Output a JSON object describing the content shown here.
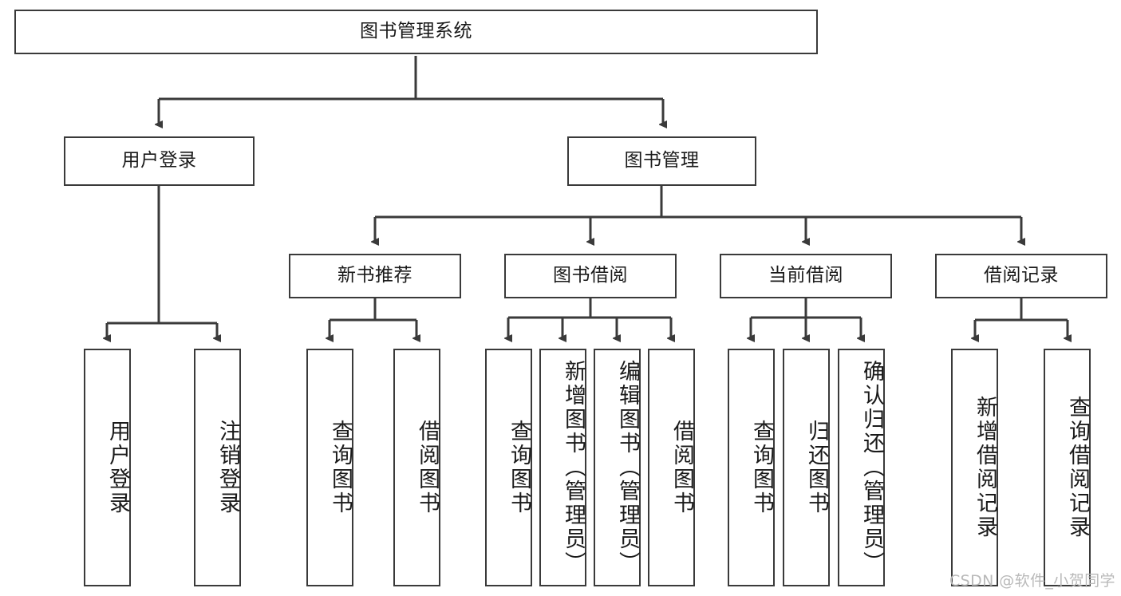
{
  "diagram": {
    "title_node": {
      "label": "图书管理系统"
    },
    "level2": [
      {
        "id": "user-login",
        "label": "用户登录"
      },
      {
        "id": "book-manage",
        "label": "图书管理"
      }
    ],
    "level3": [
      {
        "id": "new-book-recommend",
        "label": "新书推荐"
      },
      {
        "id": "book-borrow",
        "label": "图书借阅"
      },
      {
        "id": "current-borrow",
        "label": "当前借阅"
      },
      {
        "id": "borrow-record",
        "label": "借阅记录"
      }
    ],
    "leaves": [
      {
        "id": "leaf-user-login",
        "label": "用户登录"
      },
      {
        "id": "leaf-logout-login",
        "label": "注销登录"
      },
      {
        "id": "leaf-query-book-1",
        "label": "查询图书"
      },
      {
        "id": "leaf-borrow-book-1",
        "label": "借阅图书"
      },
      {
        "id": "leaf-query-book-2",
        "label": "查询图书"
      },
      {
        "id": "leaf-add-book",
        "label": "新增图书（管理员）"
      },
      {
        "id": "leaf-edit-book",
        "label": "编辑图书（管理员）"
      },
      {
        "id": "leaf-borrow-book-2",
        "label": "借阅图书"
      },
      {
        "id": "leaf-query-book-3",
        "label": "查询图书"
      },
      {
        "id": "leaf-return-book",
        "label": "归还图书"
      },
      {
        "id": "leaf-confirm-return",
        "label": "确认归还（管理员）"
      },
      {
        "id": "leaf-add-borrow-record",
        "label": "新增借阅记录"
      },
      {
        "id": "leaf-query-borrow-record",
        "label": "查询借阅记录"
      }
    ],
    "watermark": "CSDN @软件_小贺同学",
    "colors": {
      "stroke": "#3a3a3a",
      "fill": "#ffffff",
      "text": "#1a1a1a",
      "watermark": "#b9b9b9"
    }
  }
}
